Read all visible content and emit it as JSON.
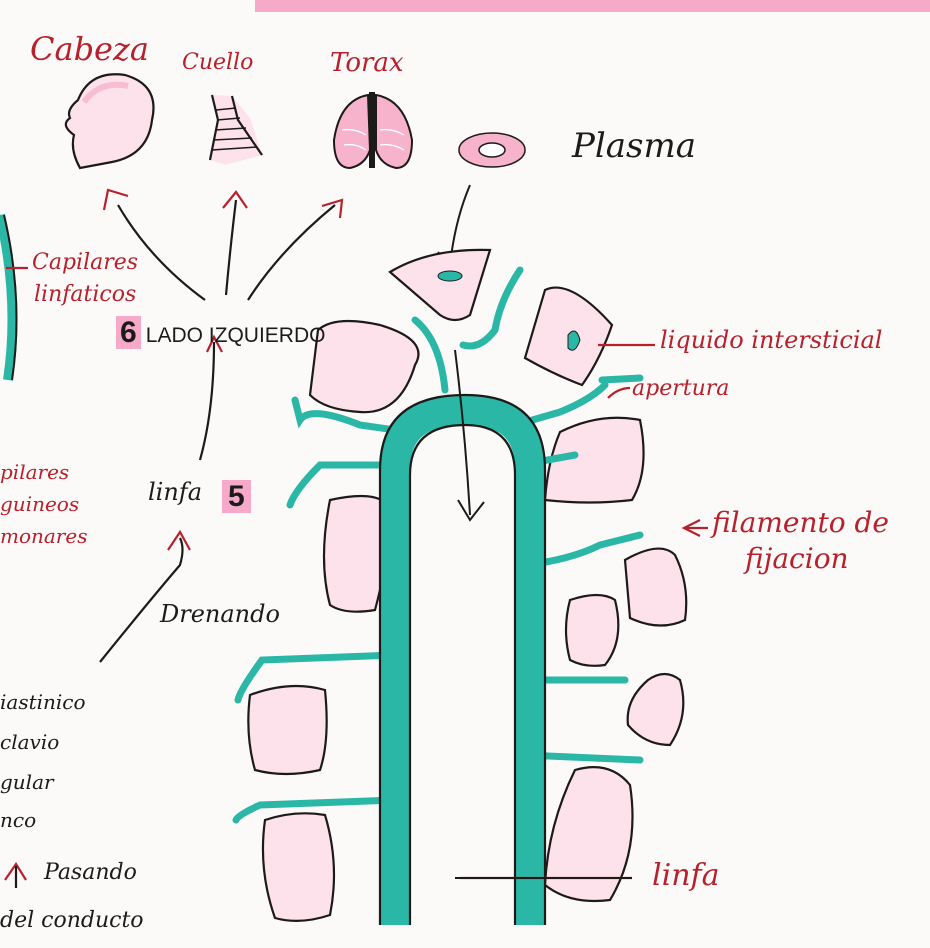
{
  "colors": {
    "teal": "#2bb7a6",
    "pink": "#f3a6c3",
    "pink_fill": "#fde2ec",
    "red": "#b8202c",
    "ink": "#1d1a1a"
  },
  "labels": {
    "cabeza": "Cabeza",
    "cuello": "Cuello",
    "torax": "Torax",
    "plasma": "Plasma",
    "capilares_linfaticos_1": "Capilares",
    "capilares_linfaticos_2": "linfaticos",
    "lado_num": "6",
    "lado_izquierdo": "LADO IZQUIERDO",
    "linfa_num": "5",
    "linfa_left": "linfa",
    "capilares_sanguineos_1": "pilares",
    "capilares_sanguineos_2": "guineos",
    "capilares_sanguineos_3": "monares",
    "drenando": "Drenando",
    "mediastinico": "iastinico",
    "subclavio": "clavio",
    "yugular": "gular",
    "tronco": "nco",
    "pasando": "Pasando",
    "del_conducto": "del conducto",
    "liquido_intersticial": "liquido intersticial",
    "apertura": "apertura",
    "filamento_1": "filamento de",
    "filamento_2": "fijacion",
    "linfa_bottom": "linfa"
  },
  "icons": {
    "head": "head-icon",
    "neck": "neck-icon",
    "thorax": "lungs-icon",
    "plasma_cell": "plasma-cell-icon"
  }
}
